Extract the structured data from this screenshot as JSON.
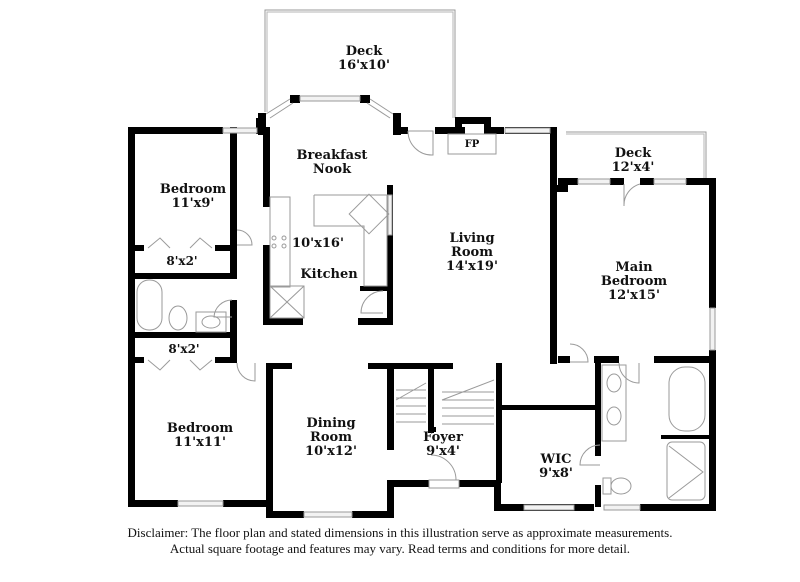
{
  "rooms": {
    "deck_rear": {
      "name": "Deck",
      "dims": "16'x10'"
    },
    "breakfast_nook": {
      "name": "Breakfast Nook",
      "line1": "Breakfast",
      "line2": "Nook"
    },
    "kitchen": {
      "name": "Kitchen",
      "dims": "10'x16'"
    },
    "bedroom_1": {
      "name": "Bedroom",
      "dims": "11'x9'"
    },
    "closet_1": {
      "dims": "8'x2'"
    },
    "closet_2": {
      "dims": "8'x2'"
    },
    "bedroom_2": {
      "name": "Bedroom",
      "dims": "11'x11'"
    },
    "dining_room": {
      "line1": "Dining",
      "line2": "Room",
      "dims": "10'x12'"
    },
    "living_room": {
      "line1": "Living",
      "line2": "Room",
      "dims": "14'x19'"
    },
    "fireplace": {
      "label": "FP"
    },
    "deck_side": {
      "name": "Deck",
      "dims": "12'x4'"
    },
    "main_bedroom": {
      "line1": "Main",
      "line2": "Bedroom",
      "dims": "12'x15'"
    },
    "foyer": {
      "name": "Foyer",
      "dims": "9'x4'"
    },
    "wic": {
      "name": "WIC",
      "dims": "9'x8'"
    }
  },
  "disclaimer": {
    "line1": "Disclaimer: The floor plan and stated dimensions in this illustration serve as approximate measurements.",
    "line2": "Actual square footage and features may vary. Read terms and conditions for more detail."
  },
  "colors": {
    "wall": "#000000",
    "fixture": "#9a9a9a",
    "window_fill": "#f2f2f2",
    "background": "#ffffff"
  }
}
